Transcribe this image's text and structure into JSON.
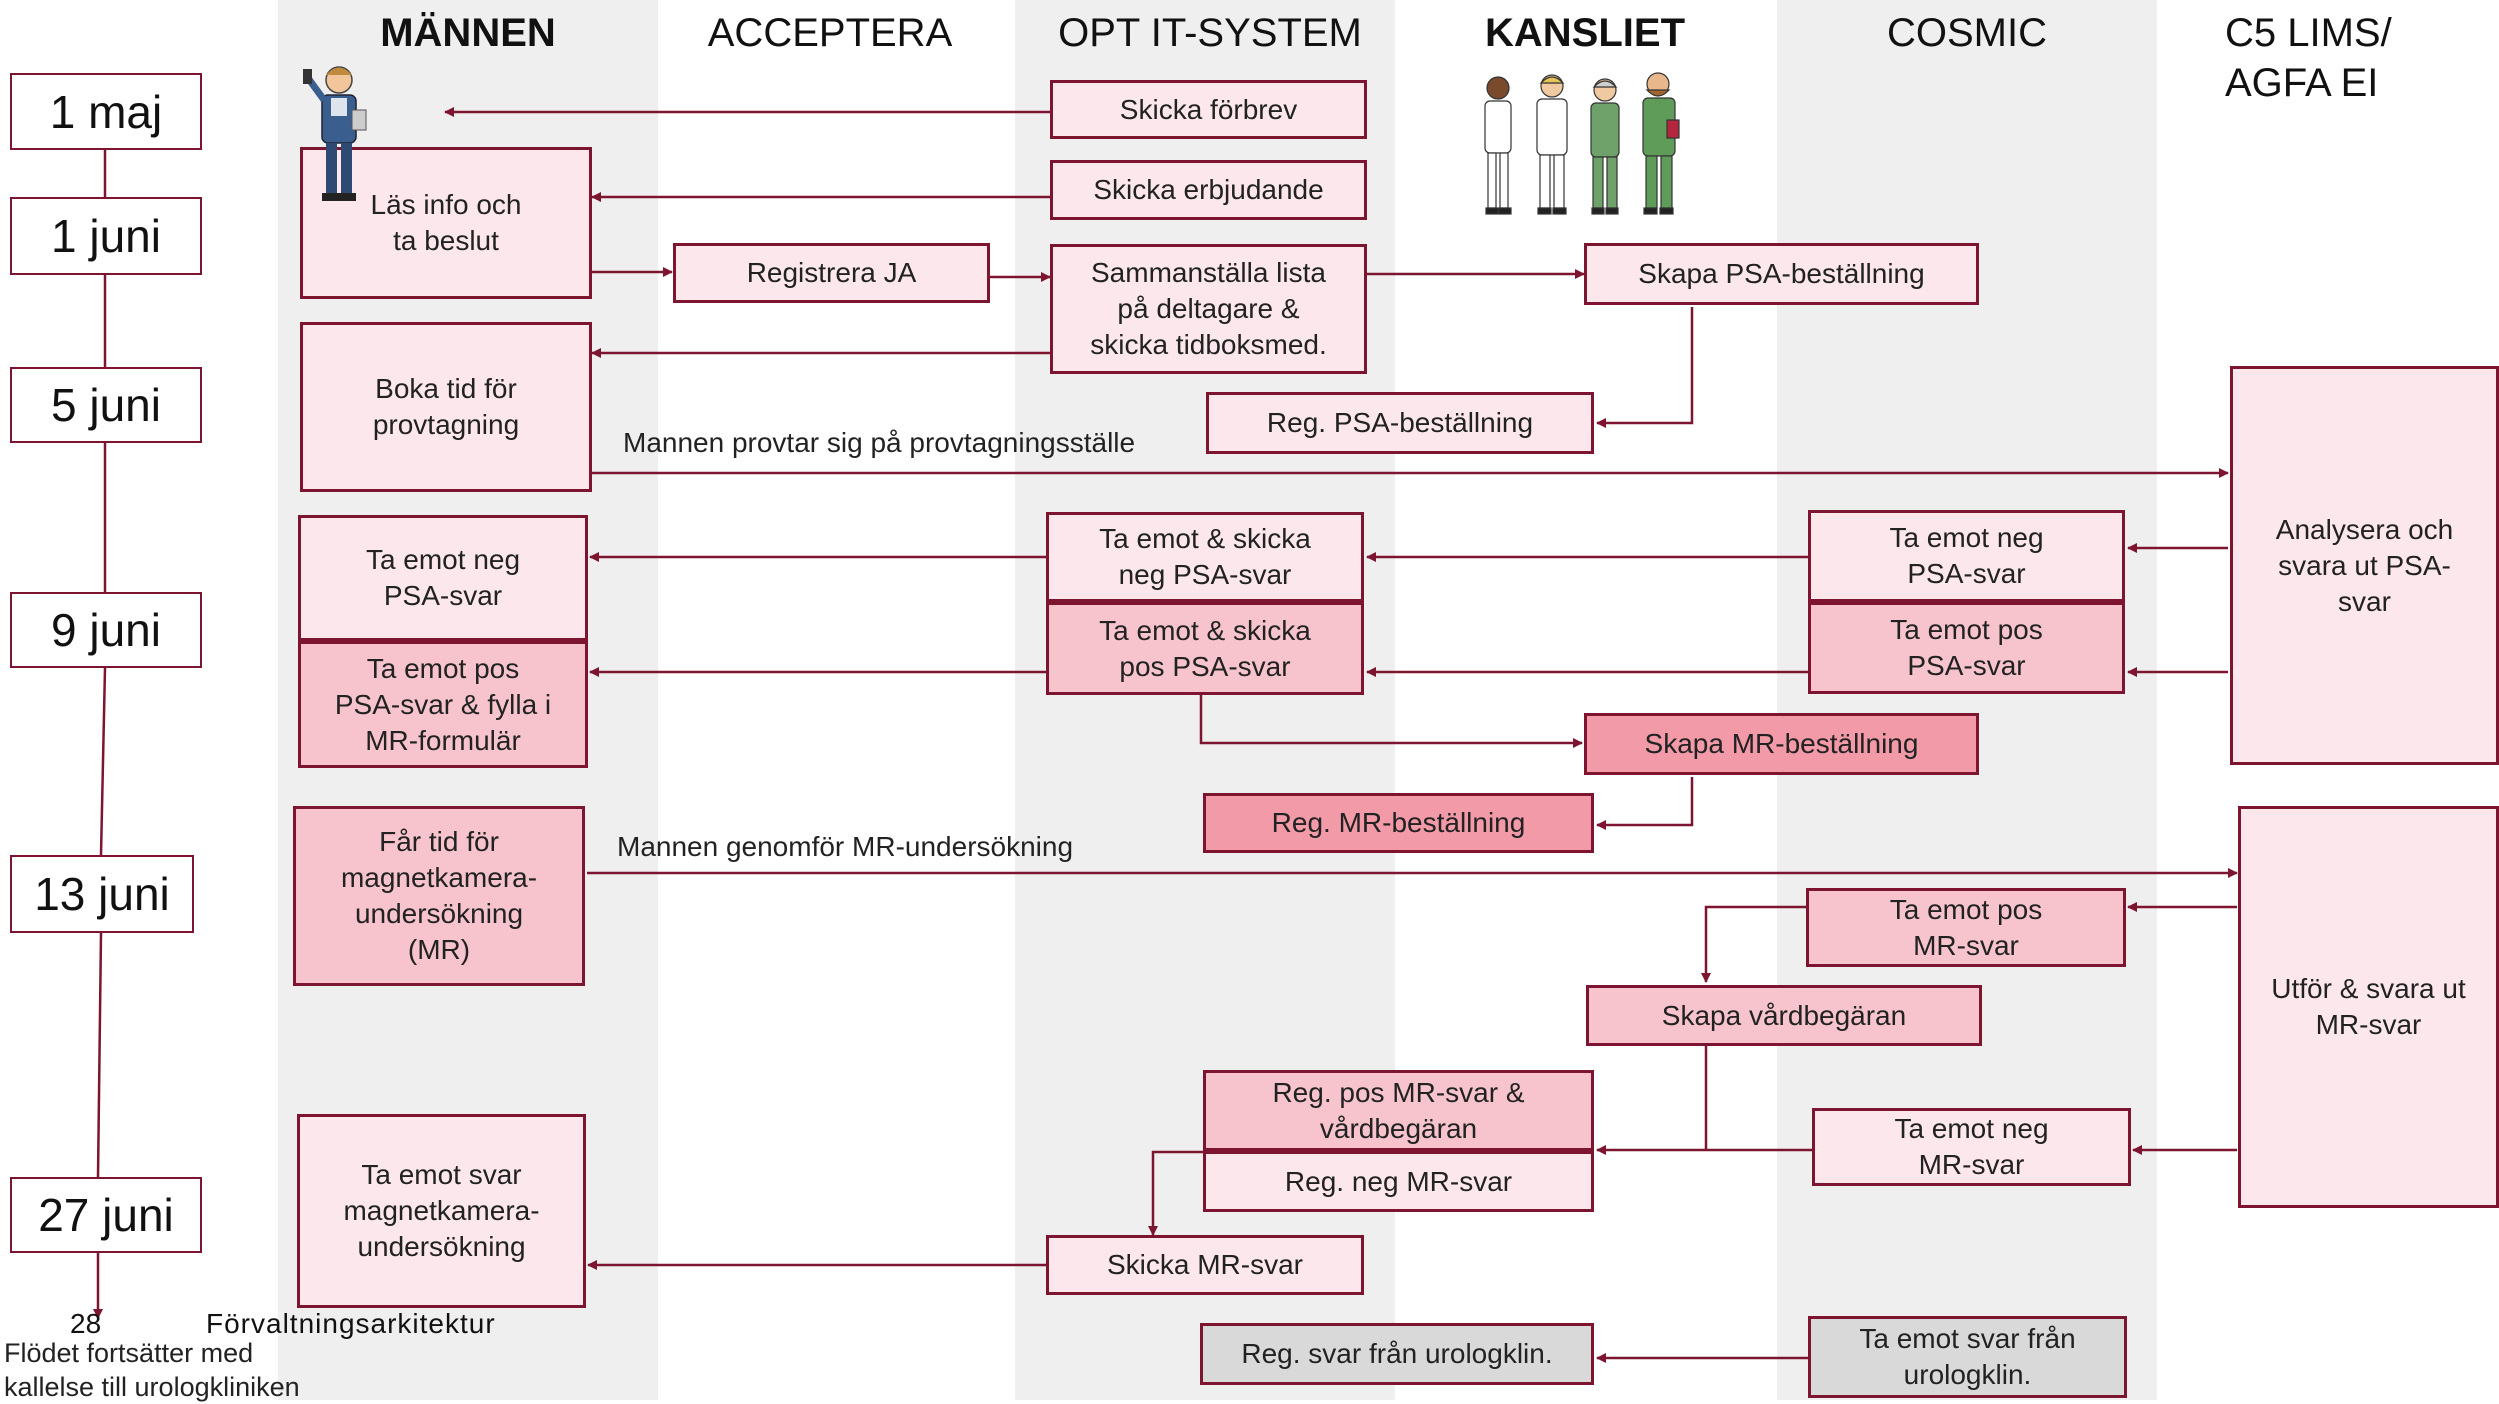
{
  "lanes": [
    {
      "label": "MÄNNEN",
      "bold": true
    },
    {
      "label": "ACCEPTERA",
      "bold": false
    },
    {
      "label": "OPT IT-SYSTEM",
      "bold": false
    },
    {
      "label": "KANSLIET",
      "bold": true
    },
    {
      "label": "COSMIC",
      "bold": false
    },
    {
      "label": "C5 LIMS/\nAGFA EI",
      "bold": false
    }
  ],
  "dates": [
    "1 maj",
    "1 juni",
    "5 juni",
    "9 juni",
    "13 juni",
    "27 juni"
  ],
  "boxes": {
    "las_info": "Läs info och\nta beslut",
    "boka_tid": "Boka tid för\nprovtagning",
    "ta_emot_neg_psa_man": "Ta emot neg\nPSA-svar",
    "ta_emot_pos_psa_man": "Ta emot pos\nPSA-svar & fylla i\nMR-formulär",
    "far_tid_mr": "Får tid för\nmagnetkamera-\nundersökning\n(MR)",
    "ta_emot_svar_mr": "Ta emot svar\nmagnetkamera-\nundersökning",
    "registrera_ja": "Registrera JA",
    "skicka_forbrev": "Skicka förbrev",
    "skicka_erbjudande": "Skicka erbjudande",
    "sammanstalla": "Sammanställa lista\npå deltagare &\nskicka tidboksmed.",
    "reg_psa": "Reg. PSA-beställning",
    "ta_emot_skicka_neg": "Ta emot & skicka\nneg PSA-svar",
    "ta_emot_skicka_pos": "Ta emot & skicka\npos PSA-svar",
    "reg_mr_best": "Reg. MR-beställning",
    "reg_pos_mr": "Reg. pos MR-svar &\nvårdbegäran",
    "reg_neg_mr": "Reg. neg MR-svar",
    "skicka_mr_svar": "Skicka MR-svar",
    "reg_svar_urolog": "Reg. svar från urologklin.",
    "skapa_psa": "Skapa PSA-beställning",
    "skapa_mr": "Skapa MR-beställning",
    "skapa_vard": "Skapa vårdbegäran",
    "cos_neg_psa": "Ta emot neg\nPSA-svar",
    "cos_pos_psa": "Ta emot pos\nPSA-svar",
    "cos_pos_mr": "Ta emot pos\nMR-svar",
    "cos_neg_mr": "Ta emot neg\nMR-svar",
    "cos_urolog": "Ta emot svar från\nurologklin.",
    "analysera": "Analysera och\nsvara ut PSA-\nsvar",
    "utfor_mr": "Utför & svara ut\nMR-svar"
  },
  "notes": {
    "provtagning": "Mannen provtar sig på provtagningsställe",
    "mr_undersokning": "Mannen genomför MR-undersökning"
  },
  "footer": {
    "page_number": "28",
    "title": "Förvaltningsarkitektur",
    "continuation": "Flödet fortsätter med\nkallelse till urologkliniken"
  },
  "colors": {
    "accent": "#7d1530",
    "lane_shade": "#efefef",
    "box_light": "#fce8ec",
    "box_medium": "#f7c4cd",
    "box_dark": "#f29aa8",
    "box_grey": "#d9d9d9"
  },
  "icons": [
    "man-with-phone-icon",
    "staff-group-icon"
  ]
}
